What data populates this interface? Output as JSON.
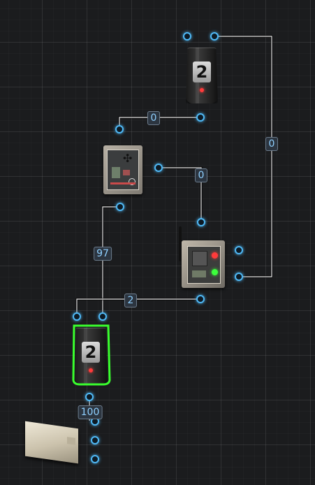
{
  "wires": [
    {
      "id": "w-top-to-radio",
      "label": "0"
    },
    {
      "id": "w-top-to-panel",
      "label": "0"
    },
    {
      "id": "w-panel-to-radio",
      "label": "0"
    },
    {
      "id": "w-panel-to-meter",
      "label": "97"
    },
    {
      "id": "w-radio-to-meter",
      "label": "2"
    },
    {
      "id": "w-meter-to-crate",
      "label": "100"
    }
  ],
  "devices": {
    "top_meter": {
      "display": "2",
      "type": "counter-meter"
    },
    "selected_meter": {
      "display": "2",
      "type": "counter-meter",
      "selected": true
    },
    "control_panel": {
      "type": "control-panel"
    },
    "radio_unit": {
      "type": "radio-transmitter"
    },
    "battery_crate": {
      "type": "crate"
    }
  },
  "colors": {
    "background": "#1b1c1e",
    "port": "#4fb8f5",
    "wire": "#e6e6e6",
    "label_text": "#8fd0ff",
    "selection": "#3aff2e",
    "led_red": "#ff3b3b",
    "led_green": "#3cff3c"
  },
  "icons": {
    "port": "port-circle-icon",
    "fan": "fan-icon",
    "led": "led-indicator-icon"
  }
}
